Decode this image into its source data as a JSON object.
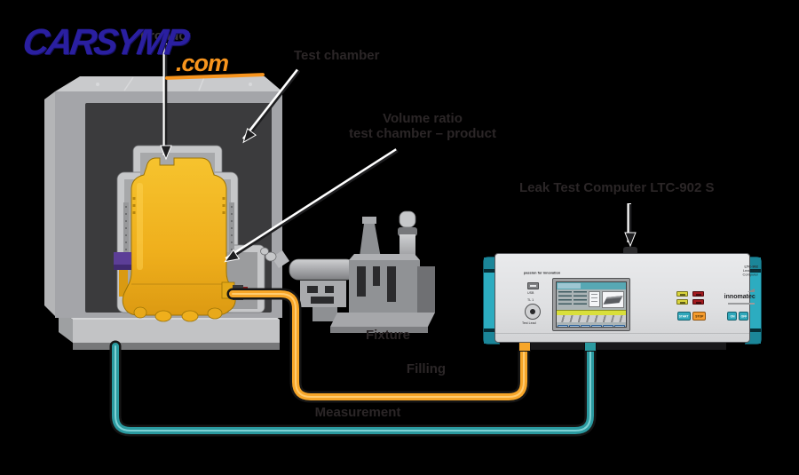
{
  "logo": {
    "brand": "CARSYMP",
    "tld": ".com",
    "brand_color": "#2A1FA0",
    "tld_color": "#F7941D"
  },
  "labels": {
    "product_hidden": "Product",
    "test_chamber": "Test chamber",
    "volume_ratio": [
      "Volume ratio",
      "test chamber – product"
    ],
    "leak_test_computer": "Leak Test Computer LTC-902 S",
    "fixture": "Fixture",
    "filling": "Filling",
    "measurement": "Measurement"
  },
  "device": {
    "tagline": "passion for innovation",
    "ports": {
      "usb": "USB",
      "test_lead_top": "TL 1",
      "test_lead_bottom": "Test Lead"
    },
    "model": {
      "line1": "LTC-902",
      "line2": "Leak Test Computer"
    },
    "brand": "innomatec",
    "buttons": {
      "start": "START",
      "stop": "STOP",
      "on": "ON",
      "off": "OFF"
    }
  },
  "colors": {
    "background": "#000000",
    "filling_tube": "#F7A629",
    "measurement_tube": "#2B9AA0",
    "product_yellow": "#F2B822",
    "chamber_gray": "#A4A5A9",
    "chamber_inset": "#3B3B3D",
    "handle_teal": "#2CACC0",
    "label_text": "#2B2627",
    "purple_clip": "#5C3E97"
  }
}
